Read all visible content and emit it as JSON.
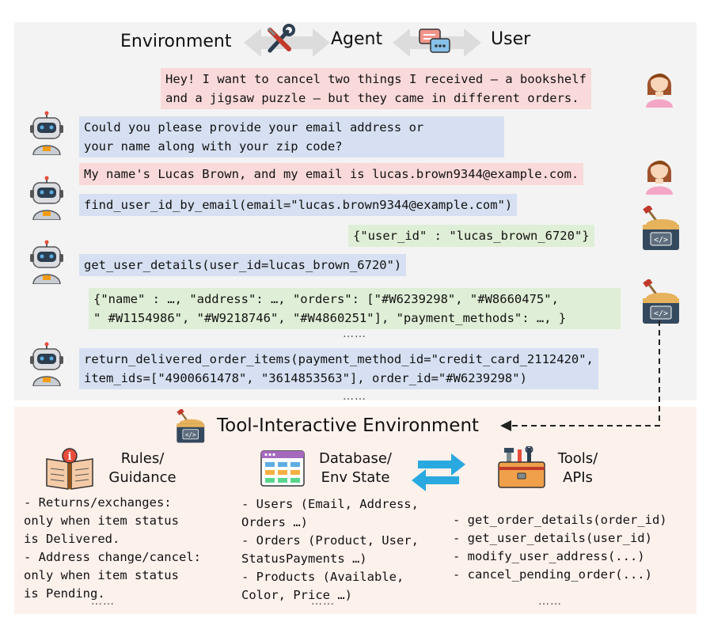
{
  "header": {
    "environment": "Environment",
    "agent": "Agent",
    "user": "User"
  },
  "dialogue": {
    "user_msg_1": "Hey! I want to cancel two things I received – a bookshelf\nand a jigsaw puzzle – but they came in different orders.",
    "agent_msg_1": "Could you please provide your email address or\nyour name along with your zip code?",
    "user_msg_2": "My name's Lucas Brown, and my email is lucas.brown9344@example.com.",
    "agent_call_1": "find_user_id_by_email(email=\"lucas.brown9344@example.com\")",
    "tool_resp_1": "{\"user_id\" : \"lucas_brown_6720\"}",
    "agent_call_2": "get_user_details(user_id=lucas_brown_6720\")",
    "tool_resp_2": "{\"name\" : …, \"address\": …, \"orders\": [\"#W6239298\", \"#W8660475\",\n\" #W1154986\", \"#W9218746\", \"#W4860251\"], \"payment_methods\": …, }",
    "ellipsis": "……",
    "agent_call_3": "return_delivered_order_items(payment_method_id=\"credit_card_2112420\",\nitem_ids=[\"4900661478\", \"3614853563\"], order_id=\"#W6239298\")"
  },
  "environment_panel": {
    "title": "Tool-Interactive Environment",
    "rules": {
      "title": "Rules/\nGuidance",
      "text": "- Returns/exchanges:\nonly when item status\nis Delivered.\n- Address change/cancel:\nonly when item status\nis Pending."
    },
    "database": {
      "title": "Database/\nEnv State",
      "text": "- Users (Email, Address,\nOrders …)\n- Orders (Product, User,\nStatusPayments …)\n- Products (Available,\nColor, Price …)"
    },
    "tools": {
      "title": "Tools/\nAPIs",
      "text": "- get_order_details(order_id)\n- get_user_details(user_id)\n- modify_user_address(...)\n- cancel_pending_order(...)"
    }
  },
  "colors": {
    "user_bubble": "#f9d9d9",
    "agent_bubble": "#d6e0f2",
    "tool_bubble": "#dfeed6",
    "top_panel": "#f3f3f3",
    "bottom_panel": "#fdf1ec",
    "sync_arrows": "#29a9e0"
  },
  "icons": [
    "tools-icon",
    "chat-icon",
    "user-avatar-icon",
    "robot-agent-icon",
    "tool-box-icon",
    "book-icon",
    "database-icon",
    "toolbox-icon",
    "sync-arrows-icon"
  ]
}
